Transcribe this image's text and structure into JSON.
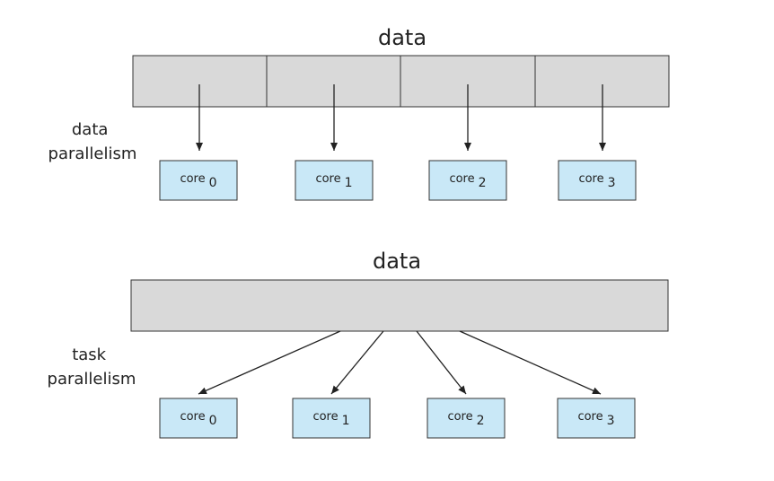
{
  "colors": {
    "data_fill": "#d9d9d9",
    "core_fill": "#c9e8f7",
    "stroke": "#333333"
  },
  "data_parallelism": {
    "title": "data",
    "label_lines": [
      "data",
      "parallelism"
    ],
    "segment_count": 4,
    "cores": [
      {
        "prefix": "core",
        "index": "0"
      },
      {
        "prefix": "core",
        "index": "1"
      },
      {
        "prefix": "core",
        "index": "2"
      },
      {
        "prefix": "core",
        "index": "3"
      }
    ]
  },
  "task_parallelism": {
    "title": "data",
    "label_lines": [
      "task",
      "parallelism"
    ],
    "cores": [
      {
        "prefix": "core",
        "index": "0"
      },
      {
        "prefix": "core",
        "index": "1"
      },
      {
        "prefix": "core",
        "index": "2"
      },
      {
        "prefix": "core",
        "index": "3"
      }
    ]
  }
}
